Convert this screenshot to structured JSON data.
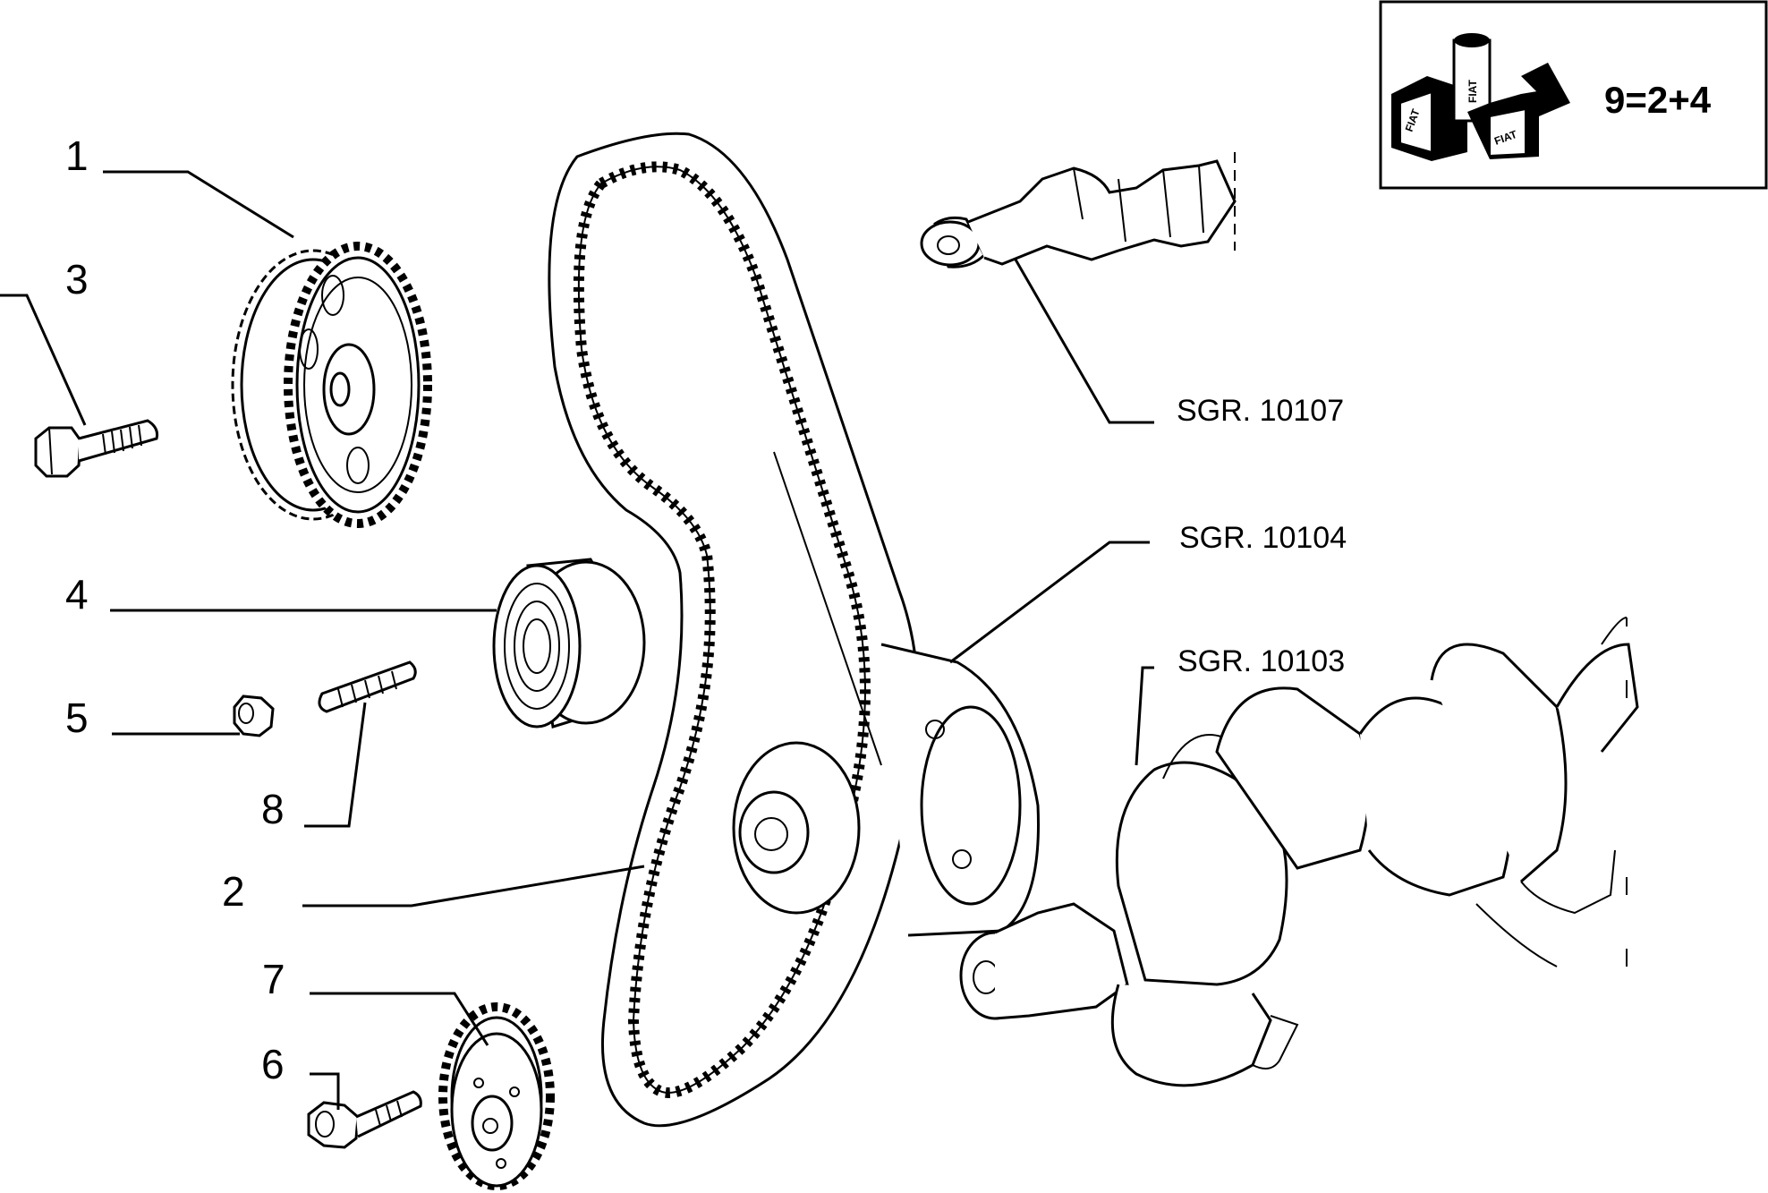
{
  "callouts": [
    {
      "id": "1",
      "label": "1"
    },
    {
      "id": "2",
      "label": "2"
    },
    {
      "id": "3",
      "label": "3"
    },
    {
      "id": "4",
      "label": "4"
    },
    {
      "id": "5",
      "label": "5"
    },
    {
      "id": "6",
      "label": "6"
    },
    {
      "id": "7",
      "label": "7"
    },
    {
      "id": "8",
      "label": "8"
    }
  ],
  "references": [
    {
      "id": "sgr-10107",
      "label": "SGR. 10107"
    },
    {
      "id": "sgr-10104",
      "label": "SGR. 10104"
    },
    {
      "id": "sgr-10103",
      "label": "SGR. 10103"
    }
  ],
  "legend_box": {
    "formula": "9=2+4",
    "logo_text": "FIAT",
    "icon": "kit-parts-icon"
  }
}
